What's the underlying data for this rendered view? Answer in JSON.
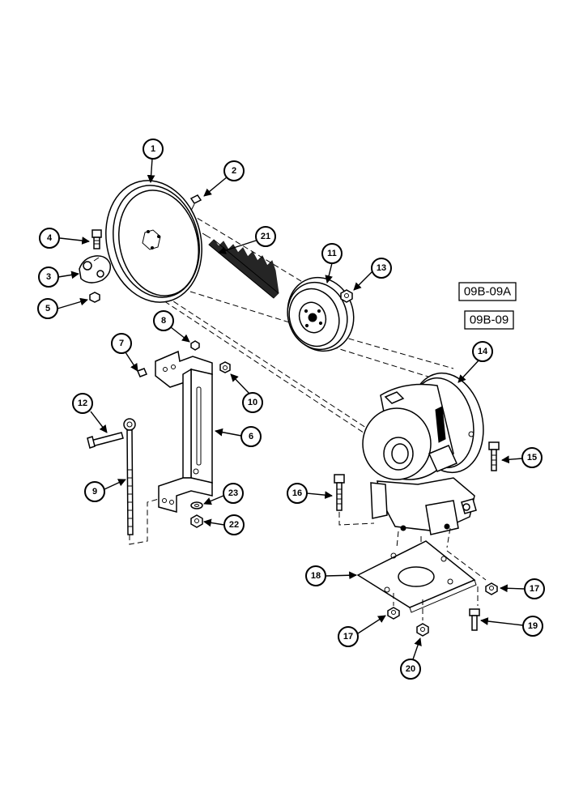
{
  "reference_codes": [
    "09B-09A",
    "09B-09"
  ],
  "callouts": [
    "1",
    "2",
    "4",
    "3",
    "5",
    "21",
    "11",
    "13",
    "8",
    "7",
    "10",
    "12",
    "6",
    "9",
    "23",
    "22",
    "14",
    "15",
    "16",
    "18",
    "17",
    "17",
    "19",
    "20"
  ]
}
